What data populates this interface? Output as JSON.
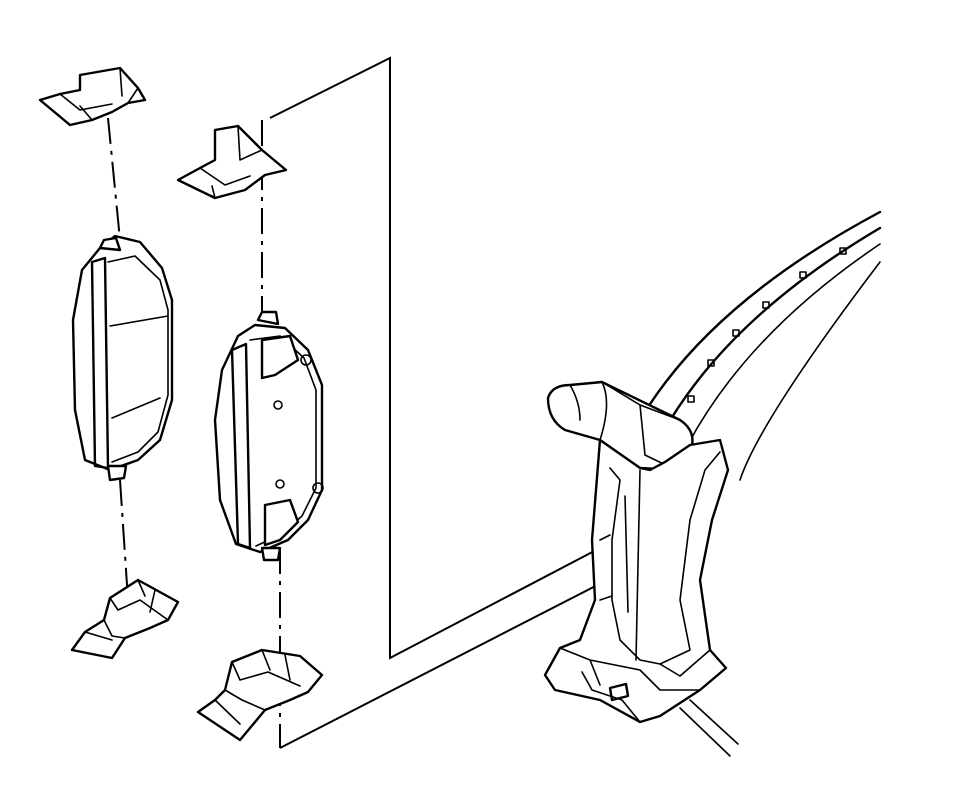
{
  "diagram": {
    "ink_color": "#000000",
    "background_color": "#ffffff",
    "parts": [
      "outer-pad-clip-upper",
      "inner-pad-clip-upper",
      "outer-brake-pad",
      "inner-brake-pad",
      "outer-pad-clip-lower",
      "inner-pad-clip-lower",
      "caliper-mounting-bracket",
      "brake-rotor"
    ]
  }
}
